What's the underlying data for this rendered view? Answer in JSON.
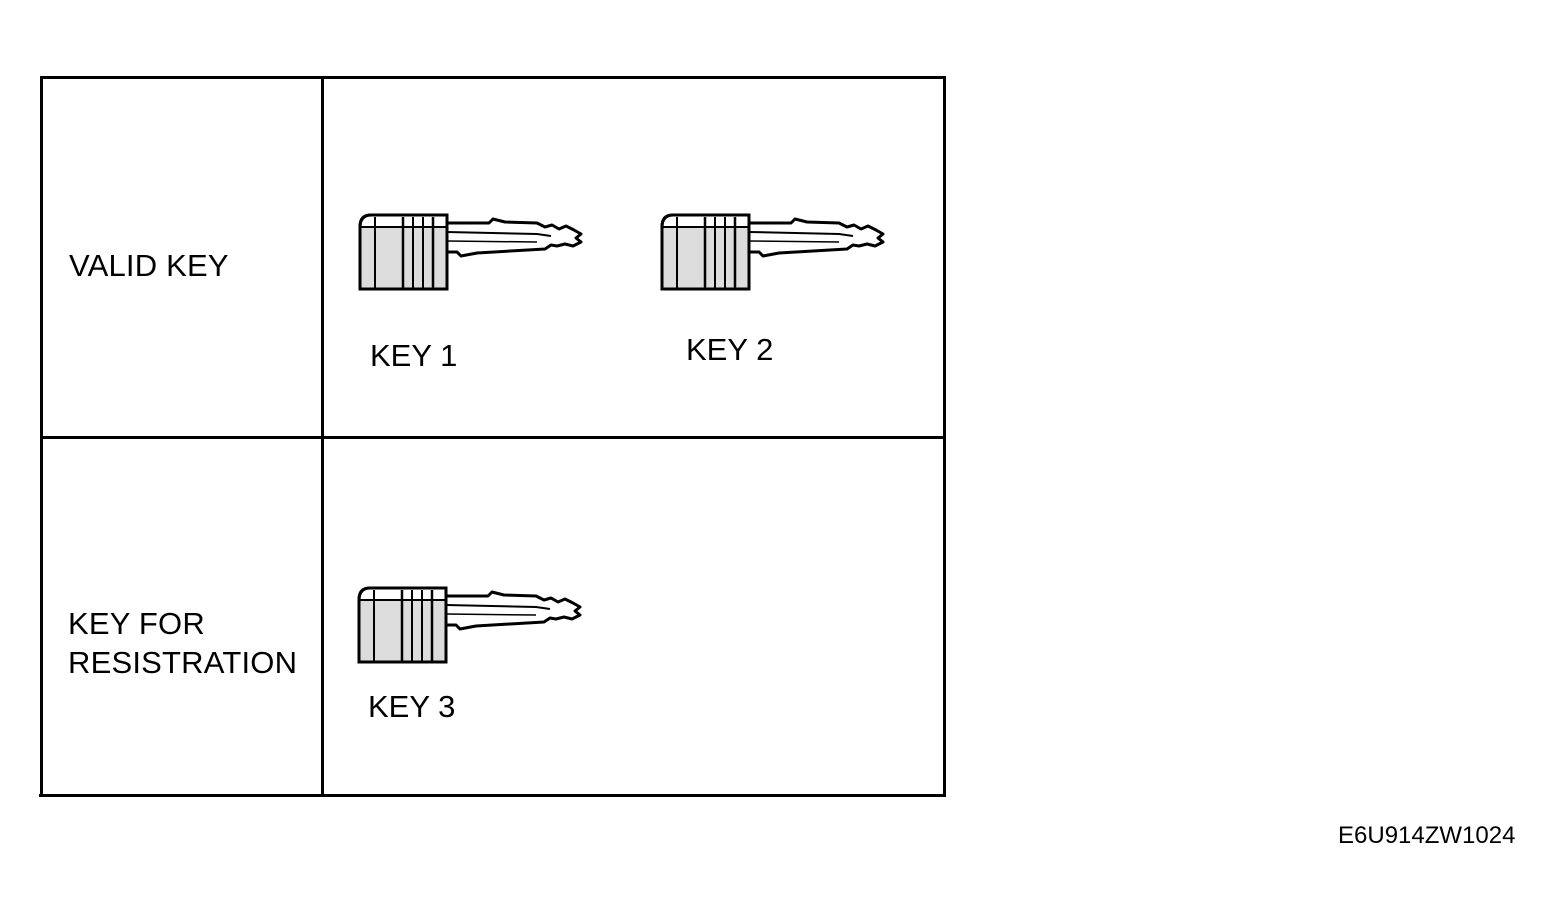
{
  "table": {
    "rows": [
      {
        "category_lines": [
          "VALID KEY"
        ],
        "keys": [
          {
            "label": "KEY 1",
            "icon": "key-icon"
          },
          {
            "label": "KEY 2",
            "icon": "key-icon"
          }
        ]
      },
      {
        "category_lines": [
          "KEY FOR",
          "RESISTRATION"
        ],
        "keys": [
          {
            "label": "KEY 3",
            "icon": "key-icon"
          }
        ]
      }
    ]
  },
  "figure_code": "E6U914ZW1024",
  "colors": {
    "line": "#000000",
    "background": "#ffffff",
    "key_head_fill": "#dcdcdc"
  }
}
